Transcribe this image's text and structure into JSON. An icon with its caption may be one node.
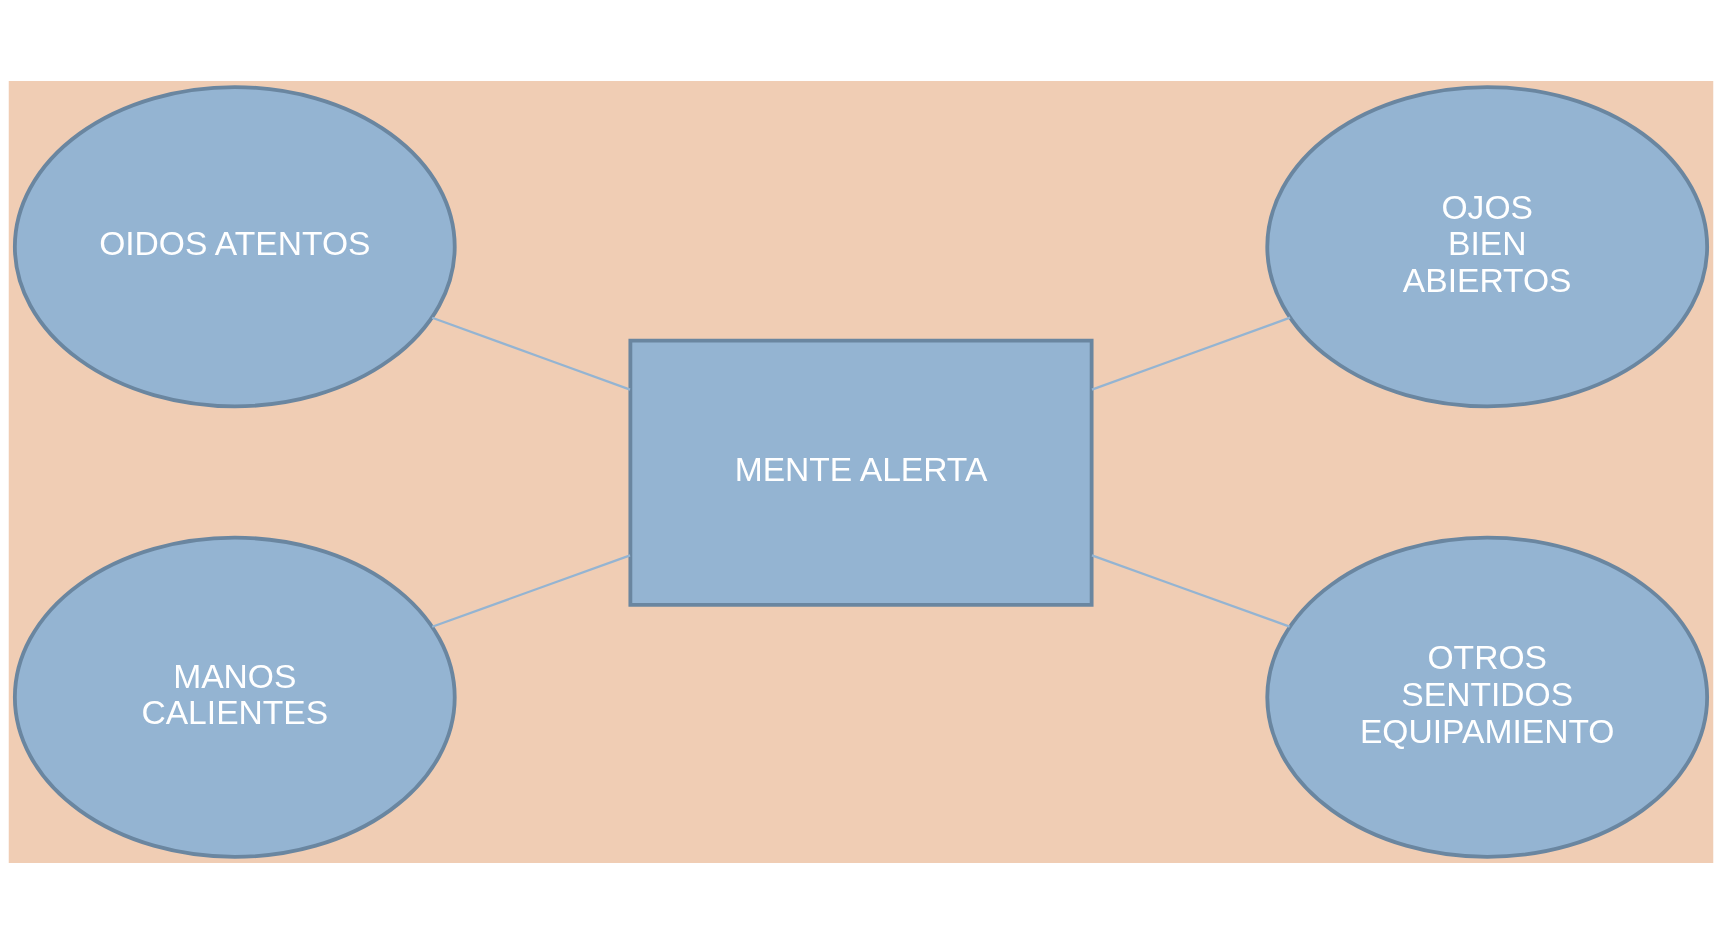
{
  "diagram": {
    "nodes": [
      {
        "text": [
          "OIDOS ATENTOS"
        ]
      },
      {
        "text": [
          "OJOS BIEN ABIERTOS"
        ]
      },
      {
        "text": [
          "MENTE ALERTA"
        ]
      },
      {
        "text": [
          "MANOS CALIENTES"
        ]
      },
      {
        "text": [
          "OTROS SENTIDOS EQUIPAMIENTO"
        ]
      }
    ],
    "edges": [
      {
        "from": 0,
        "to": 2,
        "arrow": "none"
      },
      {
        "from": 2,
        "to": 1,
        "arrow": "none"
      },
      {
        "from": 3,
        "to": 2,
        "arrow": "none"
      },
      {
        "from": 2,
        "to": 4,
        "arrow": "none"
      }
    ]
  }
}
